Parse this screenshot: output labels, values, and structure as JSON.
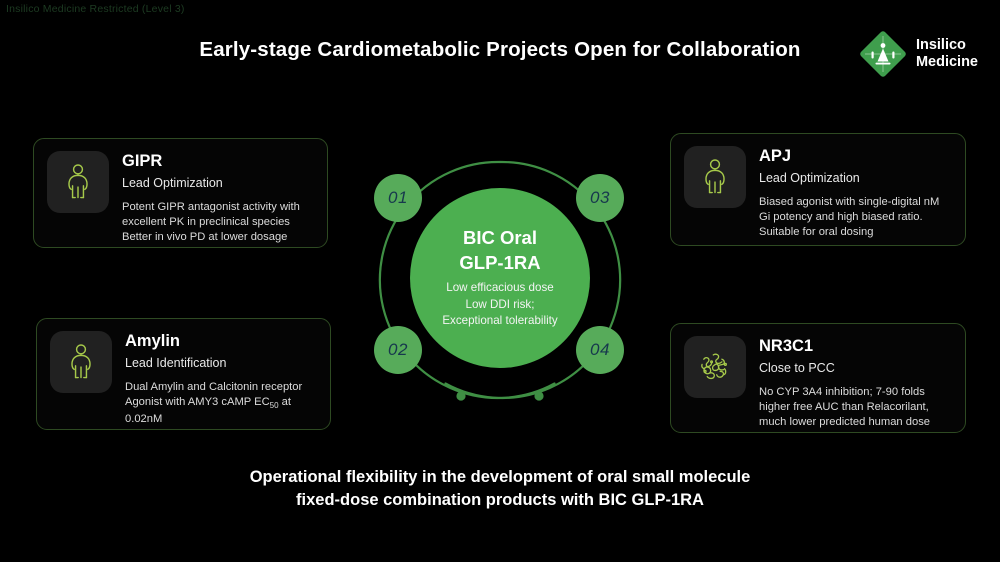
{
  "watermark": "Insilico Medicine Restricted (Level 3)",
  "title": "Early-stage Cardiometabolic Projects Open for Collaboration",
  "brand": {
    "line1": "Insilico",
    "line2": "Medicine",
    "mark_icon": "insilico-diamond-logo-icon",
    "diamond_color": "#3f9e4d"
  },
  "theme": {
    "background": "#000000",
    "accent_green": "#4caf50",
    "badge_green": "#57ab5a",
    "ring_green": "#3f8f44",
    "icon_green": "#a6c94a",
    "card_border": "#2e4a22",
    "badge_number_color": "#17384d"
  },
  "hub": {
    "title_line1": "BIC Oral",
    "title_line2": "GLP-1RA",
    "sub_line1": "Low efficacious dose",
    "sub_line2": "Low DDI risk;",
    "sub_line3": "Exceptional tolerability",
    "badges": [
      {
        "id": "01",
        "label": "01"
      },
      {
        "id": "02",
        "label": "02"
      },
      {
        "id": "03",
        "label": "03"
      },
      {
        "id": "04",
        "label": "04"
      }
    ]
  },
  "cards": [
    {
      "key": "gipr",
      "title": "GIPR",
      "stage": "Lead Optimization",
      "icon": "obese-person-icon",
      "desc_lines": [
        "Potent GIPR antagonist activity with",
        "excellent PK in preclinical species",
        "Better in vivo PD at lower dosage"
      ]
    },
    {
      "key": "amylin",
      "title": "Amylin",
      "stage": "Lead Identification",
      "icon": "obese-person-icon",
      "desc_lines": [
        "Dual Amylin and Calcitonin receptor",
        "Agonist with AMY3 cAMP EC50 at",
        "0.02nM"
      ],
      "desc_sub_note": "EC50 rendered with subscript 50"
    },
    {
      "key": "apj",
      "title": "APJ",
      "stage": "Lead Optimization",
      "icon": "obese-person-icon",
      "desc_lines": [
        "Biased agonist with single-digital nM",
        "Gi potency and high biased ratio.",
        "Suitable for oral dosing"
      ]
    },
    {
      "key": "nr3c1",
      "title": "NR3C1",
      "stage": "Close to PCC",
      "icon": "molecule-squiggle-icon",
      "desc_lines": [
        "No CYP 3A4 inhibition; 7-90 folds",
        "higher free AUC than Relacorilant,",
        "much lower predicted human dose"
      ]
    }
  ],
  "caption": {
    "line1": "Operational flexibility in the development of oral small molecule",
    "line2": "fixed-dose combination products with BIC GLP-1RA"
  }
}
